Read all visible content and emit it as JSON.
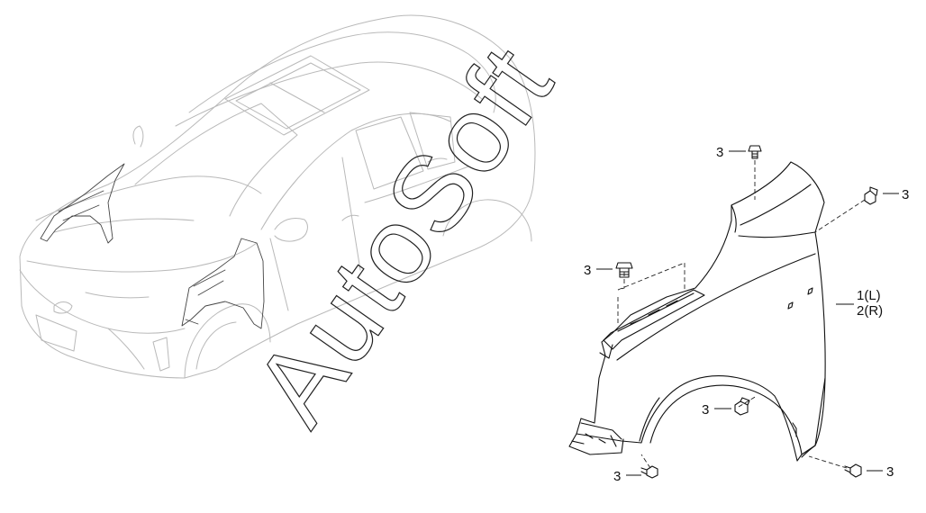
{
  "watermark": "AutoSoft",
  "callouts": {
    "bolt_top": "3",
    "bolt_right": "3",
    "bolt_left_bracket": "3",
    "bolt_wheel_arch": "3",
    "bolt_bottom_front": "3",
    "bolt_bottom_rear": "3",
    "part_left": "1(L)",
    "part_right": "2(R)"
  }
}
